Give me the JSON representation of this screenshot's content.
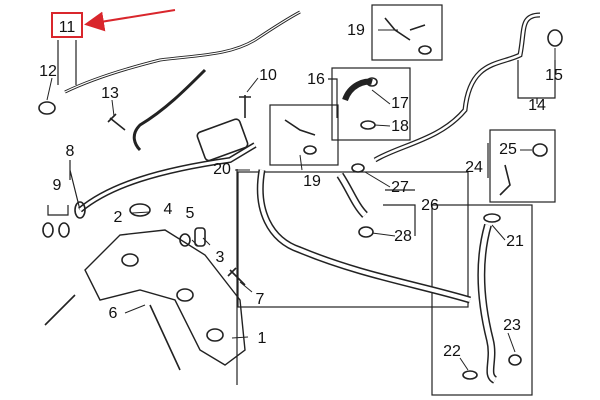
{
  "diagram": {
    "highlight_color": "#d9262c",
    "line_color": "#222222",
    "callouts": [
      {
        "id": "c11",
        "text": "11"
      },
      {
        "id": "c12",
        "text": "12"
      },
      {
        "id": "c13",
        "text": "13"
      },
      {
        "id": "c10",
        "text": "10"
      },
      {
        "id": "c19a",
        "text": "19"
      },
      {
        "id": "c16",
        "text": "16"
      },
      {
        "id": "c17",
        "text": "17"
      },
      {
        "id": "c18",
        "text": "18"
      },
      {
        "id": "c15",
        "text": "15"
      },
      {
        "id": "c14",
        "text": "14"
      },
      {
        "id": "c8",
        "text": "8"
      },
      {
        "id": "c9",
        "text": "9"
      },
      {
        "id": "c2",
        "text": "2"
      },
      {
        "id": "c4",
        "text": "4"
      },
      {
        "id": "c5",
        "text": "5"
      },
      {
        "id": "c3",
        "text": "3"
      },
      {
        "id": "c20",
        "text": "20"
      },
      {
        "id": "c19b",
        "text": "19"
      },
      {
        "id": "c27",
        "text": "27"
      },
      {
        "id": "c26",
        "text": "26"
      },
      {
        "id": "c28",
        "text": "28"
      },
      {
        "id": "c24",
        "text": "24"
      },
      {
        "id": "c25",
        "text": "25"
      },
      {
        "id": "c21",
        "text": "21"
      },
      {
        "id": "c6",
        "text": "6"
      },
      {
        "id": "c7",
        "text": "7"
      },
      {
        "id": "c1",
        "text": "1"
      },
      {
        "id": "c23",
        "text": "23"
      },
      {
        "id": "c22",
        "text": "22"
      }
    ]
  }
}
